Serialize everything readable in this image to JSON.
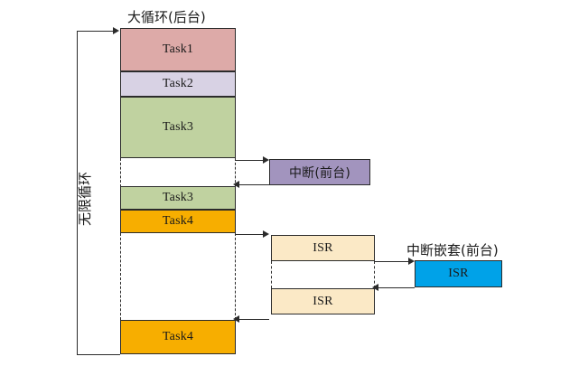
{
  "diagram": {
    "title_main_loop": "大循环(后台)",
    "label_infinite_loop": "无限循环",
    "label_nested_interrupt": "中断嵌套(前台)",
    "footnote": "",
    "colors": {
      "task1": "#ddaaa8",
      "task2": "#d8d2e4",
      "task3": "#c0d2a0",
      "task4": "#f7ae00",
      "interrupt": "#a294be",
      "isr": "#fbe9c6",
      "isr_nested": "#00a2e8",
      "stroke": "#2b2b2b"
    }
  },
  "background_column": {
    "name": "大循环(后台)",
    "blocks": [
      {
        "label": "Task1",
        "fill": "task1"
      },
      {
        "label": "Task2",
        "fill": "task2"
      },
      {
        "label": "Task3",
        "fill": "task3"
      },
      {
        "label": "Task3",
        "fill": "task3"
      },
      {
        "label": "Task4",
        "fill": "task4"
      },
      {
        "label": "Task4",
        "fill": "task4"
      }
    ]
  },
  "foreground": {
    "interrupt_block": {
      "label": "中断(前台)",
      "fill": "interrupt"
    },
    "isr_blocks": [
      {
        "label": "ISR",
        "fill": "isr"
      },
      {
        "label": "ISR",
        "fill": "isr"
      }
    ],
    "nested_isr_block": {
      "label": "ISR",
      "fill": "isr_nested"
    }
  }
}
